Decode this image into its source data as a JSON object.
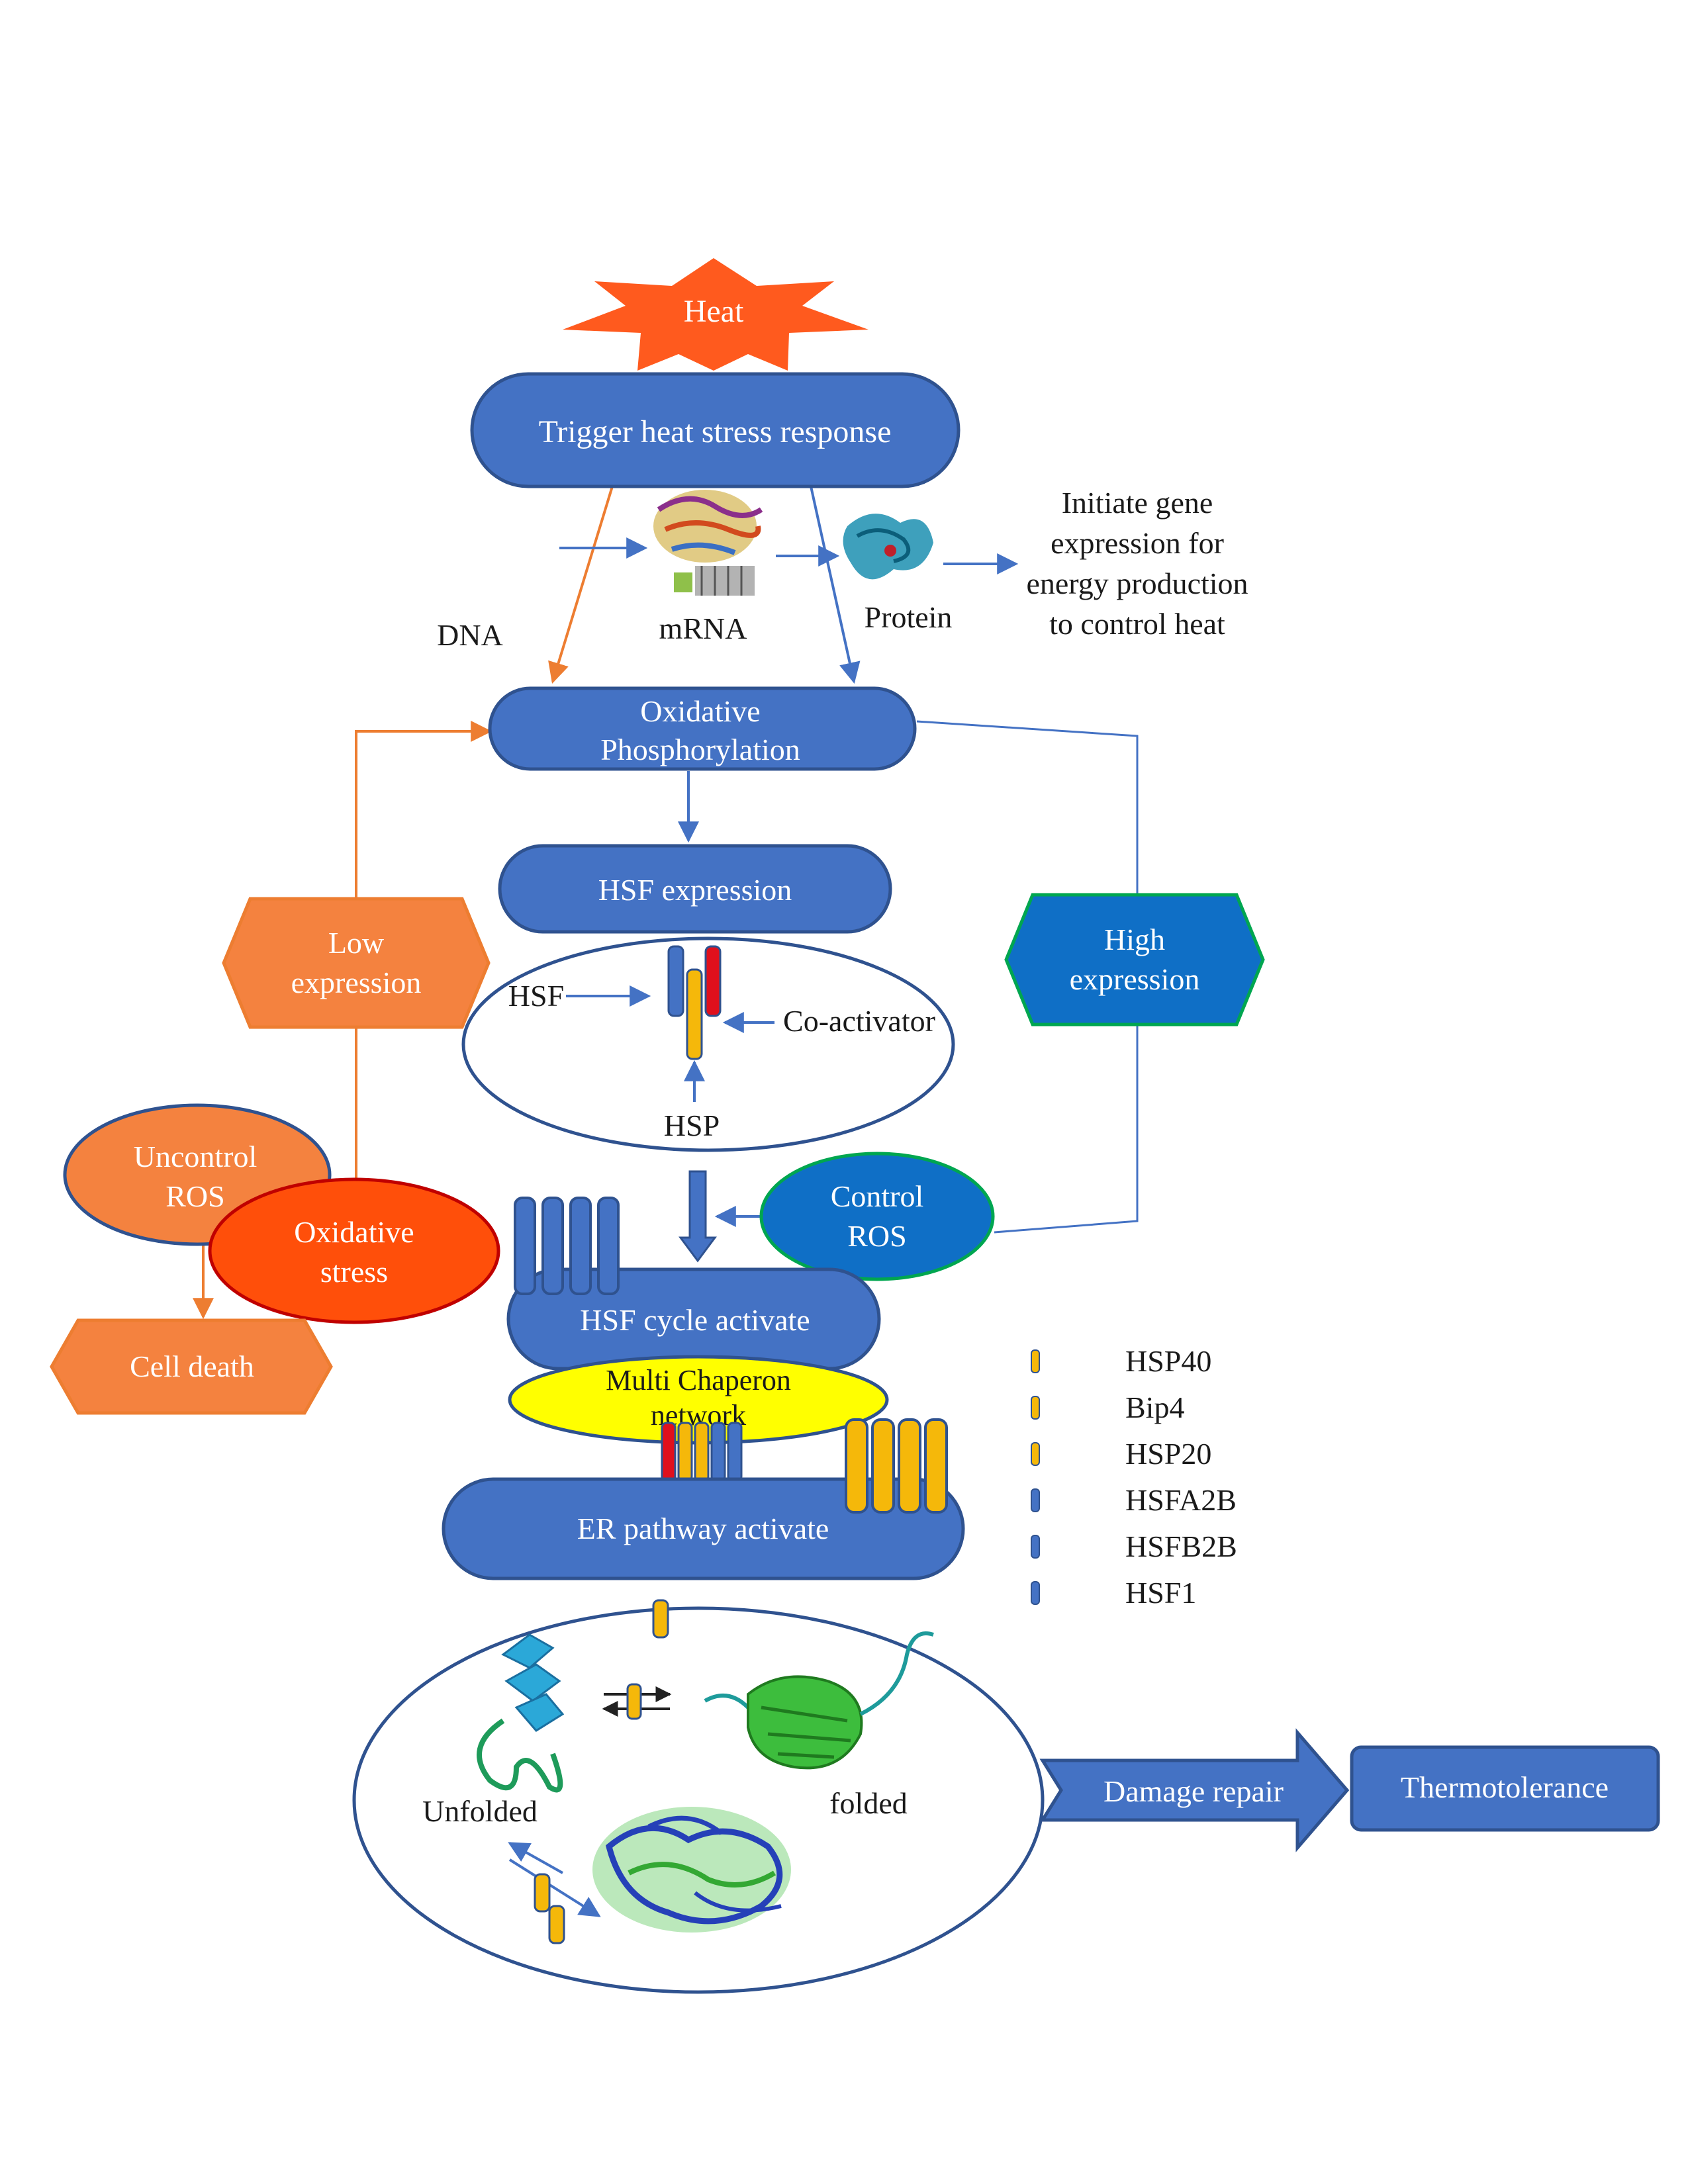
{
  "colors": {
    "blue_node": "#4472C4",
    "blue_node_stroke": "#2F528F",
    "orange": "#ED7D31",
    "orange_light": "#F4823F",
    "red_orange": "#FF4F0A",
    "heat": "#FF5A1E",
    "teal_hex": "#0F6FC6",
    "green_stroke": "#00A650",
    "yellow": "#FFFF00",
    "hsp_yellow": "#F5B80A",
    "hsp_red": "#E0101C",
    "navy_text": "#1a1a1a",
    "white": "#ffffff"
  },
  "nodes": {
    "heat": "Heat",
    "trigger": "Trigger heat stress response",
    "oxphos_line1": "Oxidative",
    "oxphos_line2": "Phosphorylation",
    "hsf_expression": "HSF expression",
    "hsf_cycle": "HSF cycle activate",
    "multi_line1": "Multi Chaperon",
    "multi_line2": "network",
    "er_pathway": "ER pathway activate",
    "damage_repair": "Damage repair",
    "thermotolerance": "Thermotolerance",
    "low_line1": "Low",
    "low_line2": "expression",
    "high_line1": "High",
    "high_line2": "expression",
    "uncontrol_line1": "Uncontrol",
    "uncontrol_line2": "ROS",
    "oxstress_line1": "Oxidative",
    "oxstress_line2": "stress",
    "cell_death": "Cell death",
    "control_line1": "Control",
    "control_line2": "ROS"
  },
  "labels": {
    "dna": "DNA",
    "mrna": "mRNA",
    "protein": "Protein",
    "initiate_1": "Initiate gene",
    "initiate_2": "expression for",
    "initiate_3": "energy production",
    "initiate_4": "to control heat",
    "hsf": "HSF",
    "coactivator": "Co-activator",
    "hsp": "HSP",
    "unfolded": "Unfolded",
    "folded": "folded"
  },
  "legend": [
    {
      "label": "HSP40",
      "color": "#F5B80A"
    },
    {
      "label": "Bip4",
      "color": "#F5B80A"
    },
    {
      "label": "HSP20",
      "color": "#F5B80A"
    },
    {
      "label": "HSFA2B",
      "color": "#4472C4"
    },
    {
      "label": "HSFB2B",
      "color": "#4472C4"
    },
    {
      "label": "HSF1",
      "color": "#4472C4"
    }
  ],
  "icons": {
    "mrna_structure": "ribosome-structure-icon",
    "protein_structure": "protein-structure-icon",
    "unfolded_protein": "unfolded-protein-icon",
    "folded_protein": "folded-protein-icon",
    "complex_protein": "protein-complex-icon",
    "equilibrium": "equilibrium-arrows-icon"
  }
}
